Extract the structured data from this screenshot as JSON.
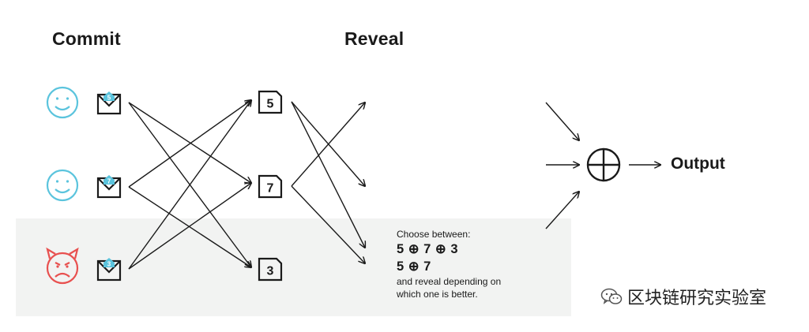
{
  "headings": {
    "commit": "Commit",
    "reveal": "Reveal"
  },
  "commit_parties": [
    {
      "face": "smiley-face",
      "envelope_number": "5",
      "color": "#5bc4dd"
    },
    {
      "face": "smiley-face",
      "envelope_number": "7",
      "color": "#5bc4dd"
    },
    {
      "face": "devil-face",
      "envelope_number": "3",
      "color": "#e8504f"
    }
  ],
  "revealed_values": [
    "5",
    "7",
    "3"
  ],
  "choice_note": {
    "intro": "Choose between:",
    "option_a": "5 ⊕ 7 ⊕ 3",
    "option_b": "5 ⊕ 7",
    "outro_line1": "and reveal depending on",
    "outro_line2": "which one is better."
  },
  "operator_symbol": "xor-circle",
  "output_label": "Output",
  "watermark": {
    "icon": "wechat-icon",
    "text": "区块链研究实验室"
  },
  "colors": {
    "honest": "#5bc4dd",
    "malicious": "#e8504f",
    "band": "#f2f3f2",
    "ink": "#1a1a1a"
  }
}
